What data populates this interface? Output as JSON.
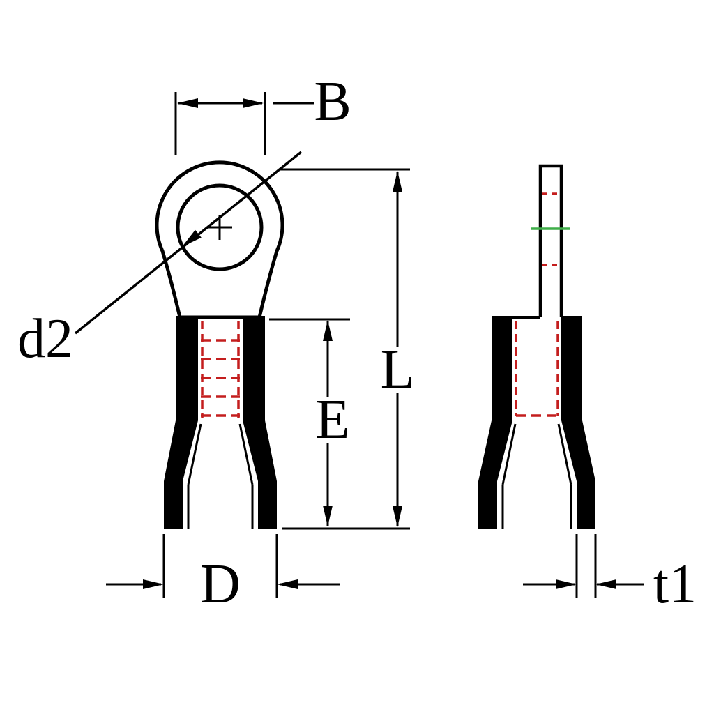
{
  "labels": {
    "ring_width": "B",
    "hole_diameter": "d2",
    "overall_length": "L",
    "barrel_length": "E",
    "barrel_diameter": "D",
    "material_thickness": "t1"
  },
  "colors": {
    "outline": "#000000",
    "serration_red": "#c41e1e",
    "highlight_green": "#3fae49",
    "background": "#ffffff"
  }
}
